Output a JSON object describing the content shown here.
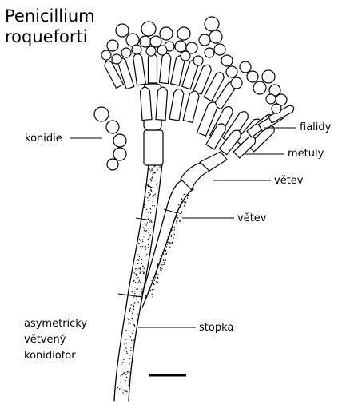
{
  "title": {
    "line1": "Penicillium",
    "line2": "roqueforti"
  },
  "labels": {
    "konidie": "konidie",
    "fialidy": "fialidy",
    "metuly": "metuly",
    "vetev1": "větev",
    "vetev2": "větev",
    "stopka": "stopka"
  },
  "caption": {
    "line1": "asymetricky",
    "line2": "větvený",
    "line3": "konidiofor"
  }
}
